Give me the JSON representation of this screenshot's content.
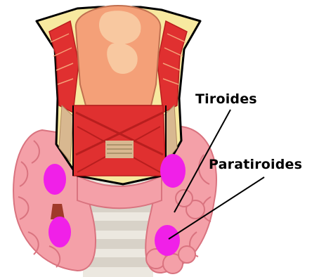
{
  "labels": {
    "tiroides": "Tiroides",
    "paratiroides": "Paratiroides"
  },
  "colors": {
    "thyroid": "#f4a0a8",
    "thyroid_dark": "#d9737f",
    "cartilage": "#f7e9a0",
    "larynx": "#f4a078",
    "larynx_light": "#f8c8a0",
    "muscle": "#e03030",
    "muscle_dark": "#b81e1e",
    "parathyroid": "#f020e8",
    "trachea": "#e8e4dc",
    "outline": "#000000"
  },
  "icons": {
    "organ": "thyroid-parathyroid-illustration"
  }
}
